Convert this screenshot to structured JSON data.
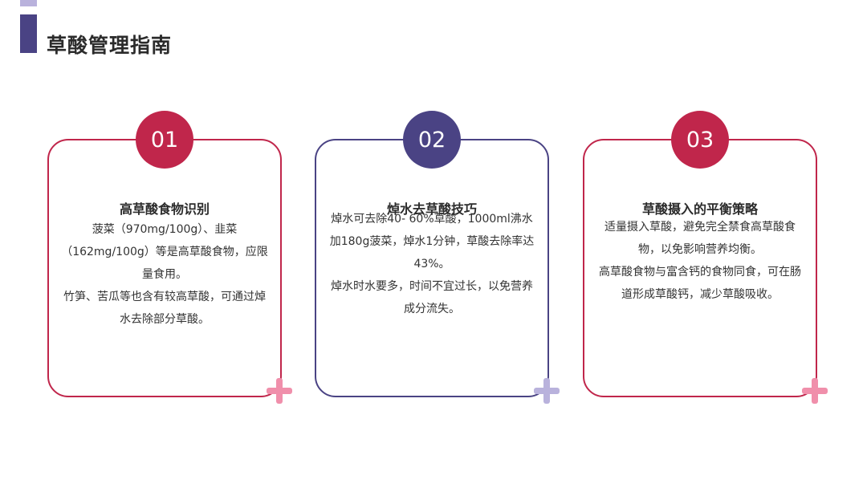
{
  "page": {
    "title": "草酸管理指南"
  },
  "colors": {
    "primary_red": "#c0264b",
    "primary_purple": "#4a4384",
    "accent_pink": "#f08fab",
    "accent_lavender": "#b9b2dc"
  },
  "cards": [
    {
      "number": "01",
      "title": "高草酸食物识别",
      "paragraphs": [
        "菠菜（970mg/100g）、韭菜（162mg/100g）等是高草酸食物，应限量食用。",
        "竹笋、苦瓜等也含有较高草酸，可通过焯水去除部分草酸。"
      ],
      "icon": "plus-icon"
    },
    {
      "number": "02",
      "title": "焯水去草酸技巧",
      "paragraphs": [
        "焯水可去除40- 60%草酸，1000ml沸水加180g菠菜，焯水1分钟，草酸去除率达43%。",
        "焯水时水要多，时间不宜过长，以免营养成分流失。"
      ],
      "icon": "plus-icon"
    },
    {
      "number": "03",
      "title": "草酸摄入的平衡策略",
      "paragraphs": [
        "适量摄入草酸，避免完全禁食高草酸食物，以免影响营养均衡。",
        "高草酸食物与富含钙的食物同食，可在肠道形成草酸钙，减少草酸吸收。"
      ],
      "icon": "plus-icon"
    }
  ]
}
